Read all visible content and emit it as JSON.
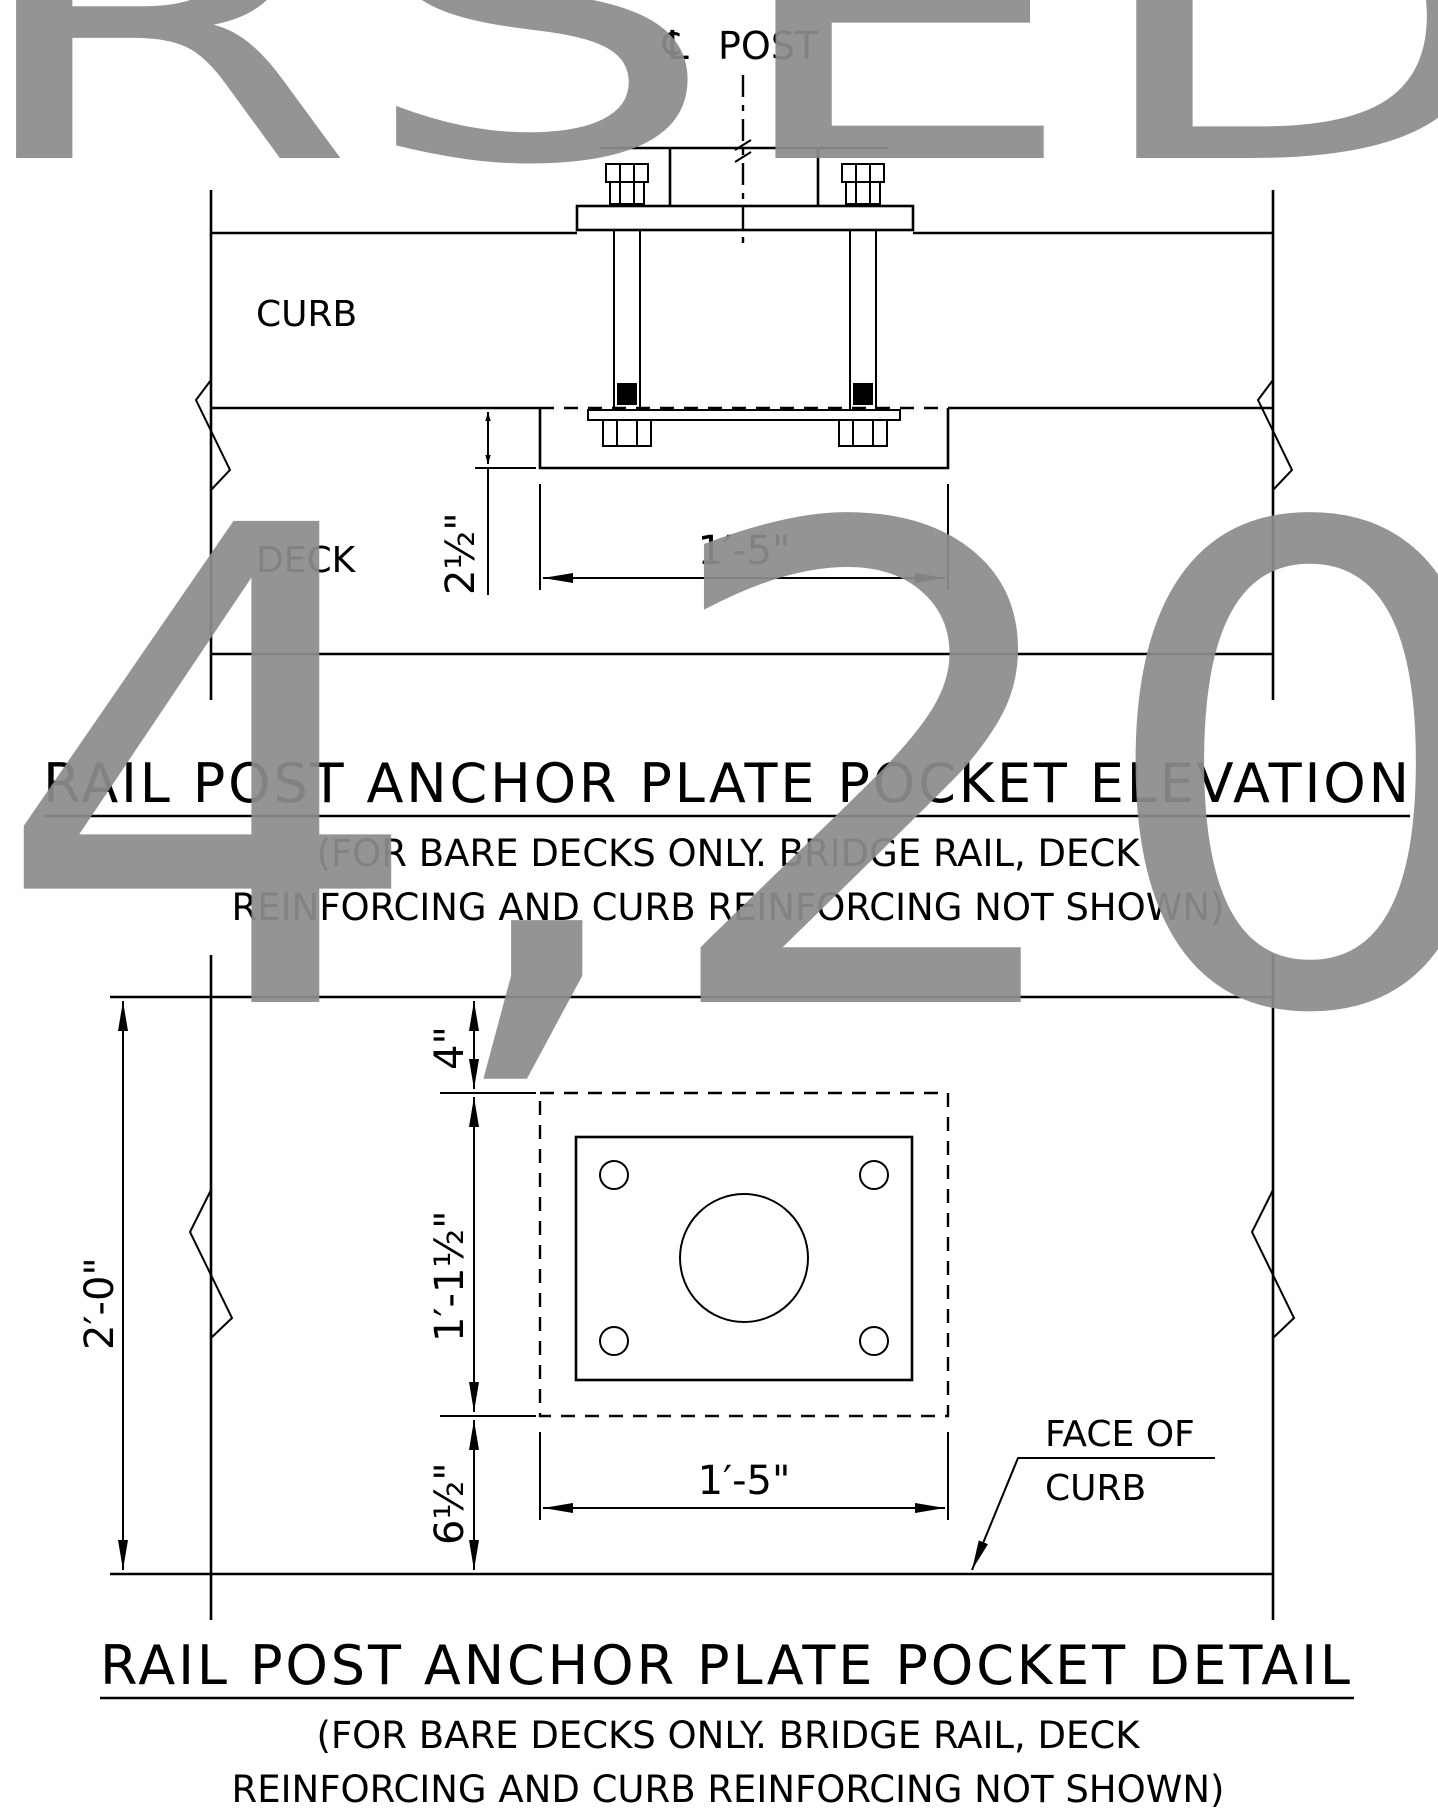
{
  "watermark": {
    "top_text": "RSED",
    "bottom_text": "4,20",
    "color": "#8c8c8c"
  },
  "elevation": {
    "centerline_label": "POST",
    "curb_label": "CURB",
    "deck_label": "DECK",
    "pocket_depth": "2½\"",
    "pocket_width": "1′-5\"",
    "title": "RAIL POST ANCHOR PLATE POCKET ELEVATION",
    "note_line1": "(FOR BARE DECKS ONLY. BRIDGE RAIL, DECK",
    "note_line2": "REINFORCING AND CURB REINFORCING NOT SHOWN)"
  },
  "detail": {
    "overall_width": "2′-0\"",
    "top_offset": "4\"",
    "pocket_length": "1′-1½\"",
    "bottom_offset": "6½\"",
    "pocket_width": "1′-5\"",
    "face_of_curb_line1": "FACE OF",
    "face_of_curb_line2": "CURB",
    "title": "RAIL POST ANCHOR PLATE POCKET DETAIL",
    "note_line1": "(FOR BARE DECKS ONLY. BRIDGE RAIL, DECK",
    "note_line2": "REINFORCING AND CURB REINFORCING NOT SHOWN)"
  }
}
